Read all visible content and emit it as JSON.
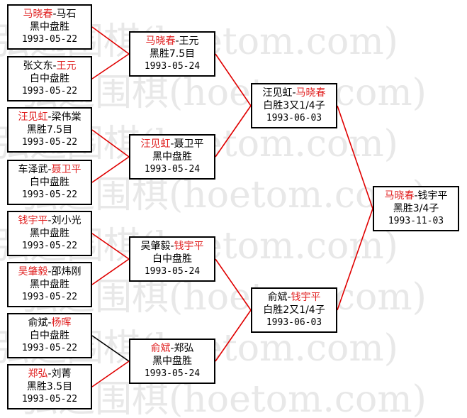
{
  "watermark": {
    "text": "弘通围棋(hoetom.com)",
    "color": "#e8e8e8"
  },
  "colors": {
    "winner": "#e02020",
    "winner_path": "#e00000",
    "loser_path": "#000000",
    "border": "#000000"
  },
  "rounds": [
    [
      {
        "p1": "马晓春",
        "p2": "马石",
        "winner": 1,
        "result": "黑中盘胜",
        "date": "1993-05-22"
      },
      {
        "p1": "张文东",
        "p2": "王元",
        "winner": 2,
        "result": "白中盘胜",
        "date": "1993-05-22"
      },
      {
        "p1": "汪见虹",
        "p2": "梁伟棠",
        "winner": 1,
        "result": "黑胜7.5目",
        "date": "1993-05-22"
      },
      {
        "p1": "车泽武",
        "p2": "聂卫平",
        "winner": 2,
        "result": "白中盘胜",
        "date": "1993-05-22"
      },
      {
        "p1": "钱宇平",
        "p2": "刘小光",
        "winner": 1,
        "result": "黑中盘胜",
        "date": "1993-05-22"
      },
      {
        "p1": "吴肇毅",
        "p2": "邵炜刚",
        "winner": 1,
        "result": "黑中盘胜",
        "date": "1993-05-22"
      },
      {
        "p1": "俞斌",
        "p2": "杨晖",
        "winner": 2,
        "result": "白中盘胜",
        "date": "1993-05-22"
      },
      {
        "p1": "郑弘",
        "p2": "刘菁",
        "winner": 1,
        "result": "黑胜3.5目",
        "date": "1993-05-22"
      }
    ],
    [
      {
        "p1": "马晓春",
        "p2": "王元",
        "winner": 1,
        "result": "黑胜7.5目",
        "date": "1993-05-24"
      },
      {
        "p1": "汪见虹",
        "p2": "聂卫平",
        "winner": 1,
        "result": "黑中盘胜",
        "date": "1993-05-24"
      },
      {
        "p1": "吴肇毅",
        "p2": "钱宇平",
        "winner": 2,
        "result": "白中盘胜",
        "date": "1993-05-24"
      },
      {
        "p1": "俞斌",
        "p2": "郑弘",
        "winner": 1,
        "result": "黑中盘胜",
        "date": "1993-05-24"
      }
    ],
    [
      {
        "p1": "汪见虹",
        "p2": "马晓春",
        "winner": 2,
        "result": "白胜3又1/4子",
        "date": "1993-06-03"
      },
      {
        "p1": "俞斌",
        "p2": "钱宇平",
        "winner": 2,
        "result": "白胜2又1/4子",
        "date": "1993-06-03"
      }
    ],
    [
      {
        "p1": "马晓春",
        "p2": "钱宇平",
        "winner": 1,
        "result": "黑胜3/4子",
        "date": "1993-11-03"
      }
    ]
  ],
  "connectors": [
    {
      "from": [
        0,
        0
      ],
      "to": [
        1,
        0
      ],
      "winner": true
    },
    {
      "from": [
        0,
        1
      ],
      "to": [
        1,
        0
      ],
      "winner": true
    },
    {
      "from": [
        0,
        2
      ],
      "to": [
        1,
        1
      ],
      "winner": true
    },
    {
      "from": [
        0,
        3
      ],
      "to": [
        1,
        1
      ],
      "winner": true
    },
    {
      "from": [
        0,
        4
      ],
      "to": [
        1,
        2
      ],
      "winner": true
    },
    {
      "from": [
        0,
        5
      ],
      "to": [
        1,
        2
      ],
      "winner": true
    },
    {
      "from": [
        0,
        6
      ],
      "to": [
        1,
        3
      ],
      "winner": false
    },
    {
      "from": [
        0,
        7
      ],
      "to": [
        1,
        3
      ],
      "winner": true
    },
    {
      "from": [
        1,
        0
      ],
      "to": [
        2,
        0
      ],
      "winner": true
    },
    {
      "from": [
        1,
        1
      ],
      "to": [
        2,
        0
      ],
      "winner": true
    },
    {
      "from": [
        1,
        2
      ],
      "to": [
        2,
        1
      ],
      "winner": true
    },
    {
      "from": [
        1,
        3
      ],
      "to": [
        2,
        1
      ],
      "winner": true
    },
    {
      "from": [
        2,
        0
      ],
      "to": [
        3,
        0
      ],
      "winner": true
    },
    {
      "from": [
        2,
        1
      ],
      "to": [
        3,
        0
      ],
      "winner": true
    }
  ]
}
